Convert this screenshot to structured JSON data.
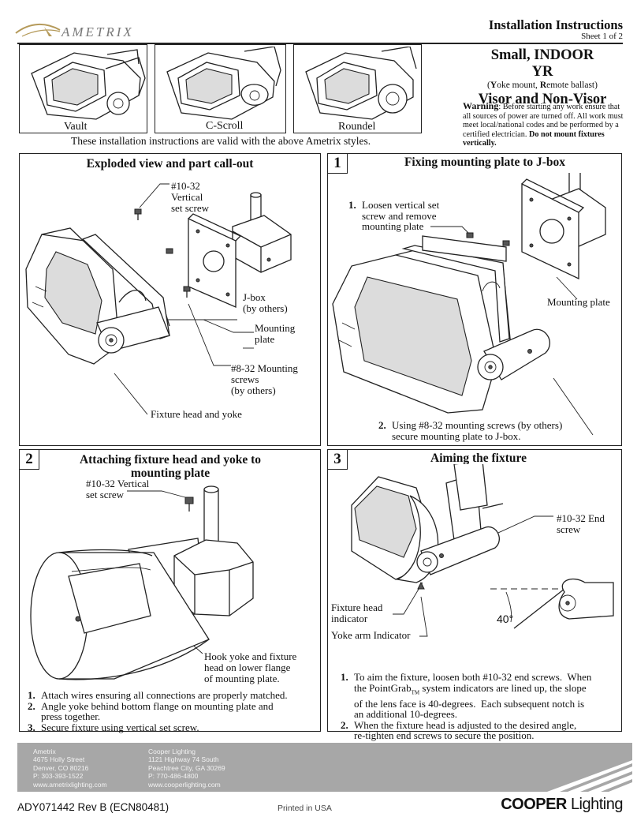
{
  "header": {
    "brand": "AMETRIX",
    "title": "Installation Instructions",
    "sheet": "Sheet 1 of 2"
  },
  "styles": {
    "items": [
      {
        "name": "Vault"
      },
      {
        "name": "C-Scroll"
      },
      {
        "name": "Roundel"
      }
    ],
    "caption": "These installation instructions are valid with the above Ametrix styles."
  },
  "product": {
    "line1": "Small, INDOOR",
    "line2": "YR",
    "subtitle_parts": [
      "(",
      "Y",
      "oke mount, ",
      "R",
      "emote ballast)"
    ],
    "line3": "Visor and Non-Visor",
    "warning_label": "Warning",
    "warning_text": ": Before starting any work ensure that all sources of power are turned off.  All work must meet local/national codes and be performed by a certified electrician.",
    "warning_bold": "Do not mount fixtures vertically."
  },
  "panels": {
    "exploded": {
      "title": "Exploded view and part call-out",
      "labels": {
        "set_screw": "#10-32\nVertical\nset screw",
        "jbox": "J-box\n(by others)",
        "plate": "Mounting\nplate",
        "screws": "#8-32 Mounting\nscrews\n(by others)",
        "head": "Fixture head and yoke"
      }
    },
    "p1": {
      "number": "1",
      "title": "Fixing mounting plate to J-box",
      "label_plate": "Mounting plate",
      "steps": [
        {
          "n": "1.",
          "text": "Loosen vertical set\nscrew and remove\nmounting plate"
        },
        {
          "n": "2.",
          "text": "Using #8-32 mounting screws (by others)\nsecure mounting plate to J-box."
        }
      ]
    },
    "p2": {
      "number": "2",
      "title": "Attaching fixture head and yoke to\nmounting plate",
      "label_screw": "#10-32 Vertical\nset screw",
      "label_hook": "Hook yoke and fixture\nhead on lower flange\nof mounting plate.",
      "steps": [
        {
          "n": "1.",
          "text": "Attach wires ensuring all connections are properly matched."
        },
        {
          "n": "2.",
          "text": "Angle yoke behind bottom flange on mounting plate and\npress together."
        },
        {
          "n": "3.",
          "text": "Secure fixture using vertical set screw."
        }
      ]
    },
    "p3": {
      "number": "3",
      "title": "Aiming the fixture",
      "label_end": "#10-32 End\nscrew",
      "label_head_ind": "Fixture head\nindicator",
      "label_yoke_ind": "Yoke arm Indicator",
      "angle": "40°",
      "steps": [
        {
          "n": "1.",
          "text_parts": [
            "To aim the fixture, loosen both #10-32 end screws.  When\nthe PointGrab",
            "TM",
            " system indicators are lined up, the slope\nof the lens face is 40-degrees.  Each subsequent notch is\nan additional 10-degrees."
          ]
        },
        {
          "n": "2.",
          "text": "When the fixture head is adjusted to the desired angle,\nre-tighten end screws to secure the position."
        }
      ]
    }
  },
  "footer": {
    "ametrix": [
      "Ametrix",
      "4675 Holly Street",
      "Denver, CO 80216",
      "P: 303-393-1522",
      "www.ametrixlighting.com"
    ],
    "cooper": [
      "Cooper Lighting",
      "1121 Highway 74 South",
      "Peachtree City, GA 30269",
      "P: 770-486-4800",
      "www.cooperlighting.com"
    ],
    "doc_code": "ADY071442  Rev B (ECN80481)",
    "printed": "Printed in USA",
    "logo_bold": "COOPER",
    "logo_light": "Lighting"
  },
  "colors": {
    "line": "#222222",
    "footer_bg": "#a7a7a7",
    "brand_gold": "#b59a5a"
  }
}
